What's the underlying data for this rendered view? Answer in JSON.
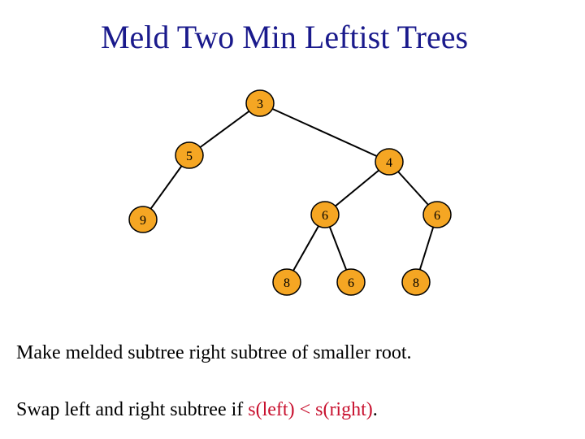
{
  "title": "Meld Two Min Leftist Trees",
  "colors": {
    "title": "#1a1a8c",
    "node_fill": "#f5a623",
    "node_stroke": "#000000",
    "edge": "#000000",
    "highlight": "#c8102e"
  },
  "tree": {
    "nodes": [
      {
        "id": "n3",
        "label": "3"
      },
      {
        "id": "n5",
        "label": "5"
      },
      {
        "id": "n4",
        "label": "4"
      },
      {
        "id": "n9",
        "label": "9"
      },
      {
        "id": "n6a",
        "label": "6"
      },
      {
        "id": "n6b",
        "label": "6"
      },
      {
        "id": "n8a",
        "label": "8"
      },
      {
        "id": "n6c",
        "label": "6"
      },
      {
        "id": "n8b",
        "label": "8"
      }
    ],
    "edges": [
      {
        "from": "n3",
        "to": "n5"
      },
      {
        "from": "n3",
        "to": "n4"
      },
      {
        "from": "n5",
        "to": "n9"
      },
      {
        "from": "n4",
        "to": "n6a"
      },
      {
        "from": "n4",
        "to": "n6b"
      },
      {
        "from": "n6a",
        "to": "n8a"
      },
      {
        "from": "n6a",
        "to": "n6c"
      },
      {
        "from": "n6b",
        "to": "n8b"
      }
    ]
  },
  "captions": {
    "line1": "Make melded subtree right subtree of smaller root.",
    "line2_prefix": "Swap left and right subtree if ",
    "line2_highlight": "s(left) < s(right)",
    "line2_suffix": "."
  }
}
